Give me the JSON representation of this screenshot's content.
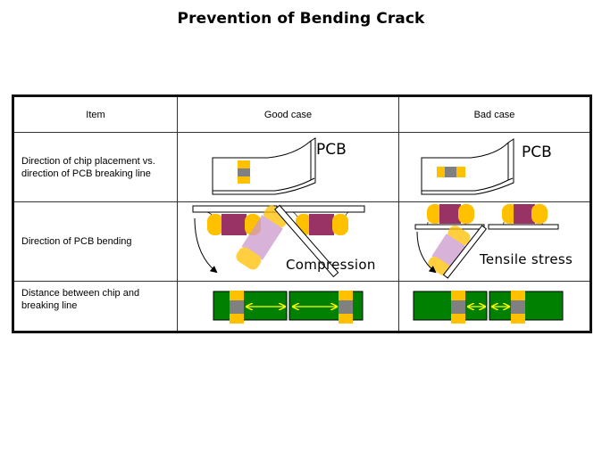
{
  "title": "Prevention of Bending Crack",
  "table": {
    "headers": [
      "Item",
      "Good case",
      "Bad case"
    ],
    "rows": [
      {
        "item": "Direction of chip placement vs. direction of PCB breaking line",
        "item_lines": [
          "Direction of chip placement vs.",
          "direction of PCB breaking line"
        ],
        "good_label": "PCB",
        "bad_label": "PCB"
      },
      {
        "item": "Direction of PCB bending",
        "item_lines": [
          "Direction of PCB bending"
        ],
        "good_label": "Compression",
        "bad_label": "Tensile stress"
      },
      {
        "item": "Distance between chip and breaking line",
        "item_lines": [
          "Distance between chip and",
          "breaking line"
        ],
        "good_label": "",
        "bad_label": ""
      }
    ]
  },
  "colors": {
    "chip_terminal": "#FFC000",
    "chip_body_gray": "#808080",
    "chip_body_purple": "#993366",
    "chip_faded_body": "#CC99CC",
    "pcb_green": "#008000",
    "arrow_yellow": "#FFFF00",
    "border": "#111111"
  }
}
